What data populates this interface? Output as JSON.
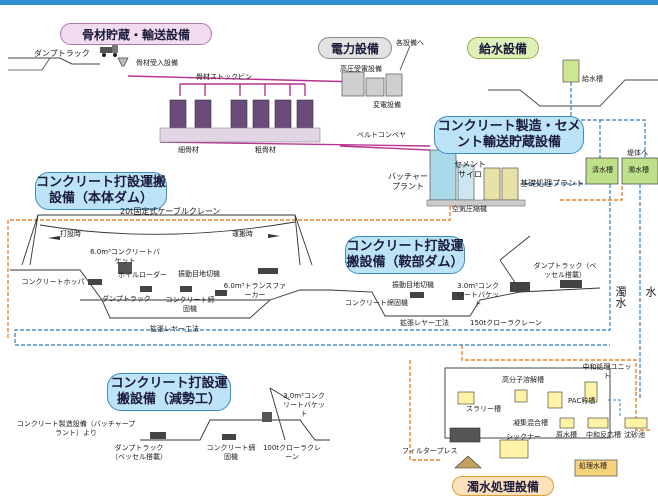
{
  "titles": {
    "aggregate": "骨材貯蔵・輸送設備",
    "power": "電力設備",
    "water_supply": "給水設備",
    "concrete_prod": "コンクリート製造・セメント輸送貯蔵設備",
    "placing_main": "コンクリート打設運搬設備（本体ダム）",
    "placing_saddle": "コンクリート打設運搬設備（鞍部ダム）",
    "placing_reduce": "コンクリート打設運搬設備（減勢工）",
    "wastewater": "濁水処理設備"
  },
  "labels": {
    "dump_truck": "ダンプトラック",
    "agg_receiving": "骨材受入設備",
    "agg_stock_bin": "骨材ストックビン",
    "fine_agg": "細骨材",
    "coarse_agg": "粗骨材",
    "belt_conveyor": "ベルトコンベヤ",
    "hv_substation": "高圧受電設備",
    "to_each": "各設備へ",
    "transformer": "変電設備",
    "water_tank": "給水槽",
    "batcher_plant": "バッチャープラント",
    "cement_silo": "セメントサイロ",
    "foundation_plant": "基礎処理プラント",
    "air_compressor": "空気圧縮機",
    "clear_water_tank": "清水槽",
    "dike_water": "堤体へ",
    "settling_tank": "濁水槽",
    "cable_crane": "20t固定式ケーブルクレーン",
    "placing_time": "打設時",
    "transport_time": "運搬時",
    "bucket_6": "6.0m³コンクリートバケット",
    "wheel_loader": "ホイルローダー",
    "vibro_joint": "振動目地切機",
    "concrete_hopper": "コンクリートホッパ",
    "dump_truck2": "ダンプトラック",
    "compactor": "コンクリート締固機",
    "transfer_car_6": "6.0m³トランスファーカー",
    "ext_layer_method": "拡張レヤー工法",
    "vibro_joint2": "振動目地切機",
    "compactor2": "コンクリート締固機",
    "bucket_3": "3.0m³コンクリートバケット",
    "crawler_150": "150tクローラクレーン",
    "dump_vessel": "ダンプトラック（ベッセル搭載）",
    "ext_layer_method2": "拡張レヤー工法",
    "muddy_water": "濁水",
    "water_char": "水",
    "plant_origin": "コンクリート製造設備（バッチャープラント）より",
    "dump_vessel2": "ダンプトラック（ベッセル搭載）",
    "compactor3": "コンクリート締固機",
    "crawler_100": "100tクローラクレーン",
    "bucket_3b": "3.0m³コンクリートバケット",
    "polymer_tank": "高分子溶解槽",
    "neutral_unit": "中和処理ユニット",
    "pac_storage": "PAC貯槽",
    "slurry_tank": "スラリー槽",
    "flocc_tank": "凝集混合槽",
    "filter_press": "フィルタープレス",
    "thickener": "シックナー",
    "raw_water_tank": "原水槽",
    "neutral_react": "中和反応槽",
    "sand_settling": "沈砂池",
    "treated_tank": "処理水槽"
  },
  "colors": {
    "blue_title": "#bde3f7",
    "pink_title": "#f1dcef",
    "gray_title": "#e3e3e3",
    "green_title": "#dff0b8",
    "orange_title": "#fde2bd",
    "water_line": "#2f7fc1",
    "muddy_line": "#e8862a",
    "conveyor": "#b6338f"
  }
}
